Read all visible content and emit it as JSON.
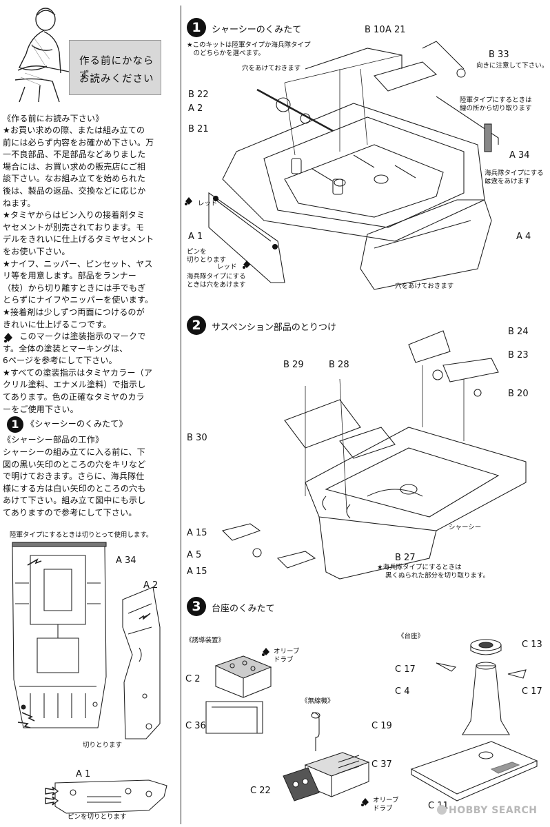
{
  "header_card": {
    "line1": "作る前にかならず",
    "line2": "お読みください"
  },
  "left_column": {
    "intro_title": "《作る前にお読み下さい》",
    "paragraphs": [
      [
        "★お買い求めの際、または組み立ての",
        "前には必らず内容をお確かめ下さい。万",
        "一不良部品、不足部品などありました",
        "場合には、お買い求めの販売店にご相",
        "談下さい。なお組み立てを始められた",
        "後は、製品の返品、交換などに応じか",
        "ねます。"
      ],
      [
        "★タミヤからはビン入りの接着剤タミ",
        "ヤセメントが別売されております。モ",
        "デルをきれいに仕上げるタミヤセメント",
        "をお使い下さい。"
      ],
      [
        "★ナイフ、ニッパー、ピンセット、ヤス",
        "リ等を用意します。部品をランナー",
        "（枝）から切り離すときには手でもぎ",
        "とらずにナイフやニッパーを使います。"
      ],
      [
        "★接着剤は少しずつ両面につけるのが",
        "きれいに仕上げるこつです。"
      ],
      [
        "　　このマークは塗装指示のマークで",
        "す。全体の塗装とマーキングは、",
        "6ページを参考にして下さい。"
      ],
      [
        "★すべての塗装指示はタミヤカラー（ア",
        "クリル塗料、エナメル塗料）で指示し",
        "てあります。色の正確なタミヤのカラ",
        "ーをご使用下さい。"
      ]
    ],
    "step1_heading": "《シャーシーのくみたて》",
    "sub_heading": "《シャーシー部品の工作》",
    "sub_body": [
      "シャーシーの組み立てに入る前に、下",
      "図の黒い矢印のところの穴をキリなど",
      "で明けておきます。さらに、海兵隊仕",
      "様にする方は白い矢印のところの穴も",
      "あけて下さい。組み立て図中にも示し",
      "てありますので参考にして下さい。"
    ],
    "army_note": "陸軍タイプにするときは切りとって使用します。",
    "labels": {
      "a34": "A 34",
      "a2": "A 2",
      "cut": "切りとります",
      "a1": "A 1",
      "pin_cut": "ピンを切りとります"
    }
  },
  "steps": [
    {
      "number": "1",
      "title": "シャーシーのくみたて",
      "note_line1": "★このキットは陸軍タイプか海兵隊タイプ",
      "note_line2": "　のどちらかを選べます。",
      "labels": {
        "b10": "B 10",
        "a21": "A 21",
        "b33": "B 33",
        "b33_note": "向きに注意して下さい。",
        "hole1": "穴をあけておきます",
        "b22": "B 22",
        "a2": "A 2",
        "b21": "B 21",
        "army1": "陸軍タイプにするときは",
        "army2": "線の所から切り取ります",
        "a34": "A 34",
        "marine1": "海兵隊タイプにするとき",
        "marine2": "は穴をあけます",
        "red1": "レッド",
        "a4": "A 4",
        "a1": "A 1",
        "pin1": "ピンを",
        "pin2": "切りとります",
        "red2": "レッド",
        "marine3": "海兵隊タイプにする",
        "marine4": "ときは穴をあけます",
        "hole2": "穴をあけておきます"
      }
    },
    {
      "number": "2",
      "title": "サスペンション部品のとりつけ",
      "labels": {
        "b24": "B 24",
        "b23": "B 23",
        "b29": "B 29",
        "b28": "B 28",
        "b20": "B 20",
        "b30": "B 30",
        "a15a": "A 15",
        "chassis": "シャーシー",
        "a5": "A 5",
        "b27": "B 27",
        "a15b": "A 15",
        "marine1": "★海兵隊タイプにするときは",
        "marine2": "黒くぬられた部分を切り取ります。"
      }
    },
    {
      "number": "3",
      "title": "台座のくみたて",
      "labels": {
        "guidance": "《誘導装置》",
        "olive1": "オリーブ",
        "drab1": "ドラブ",
        "c2": "C 2",
        "c36": "C 36",
        "radio": "《無線機》",
        "c19": "C 19",
        "c37": "C 37",
        "c22": "C 22",
        "olive2": "オリーブ",
        "drab2": "ドラブ",
        "pedestal": "《台座》",
        "c13": "C 13",
        "c17a": "C 17",
        "c4": "C 4",
        "c17b": "C 17",
        "c11": "C 11"
      }
    }
  ],
  "watermark": "HOBBY SEARCH",
  "icons": [
    "paint-mark-icon",
    "instruction-figure"
  ]
}
